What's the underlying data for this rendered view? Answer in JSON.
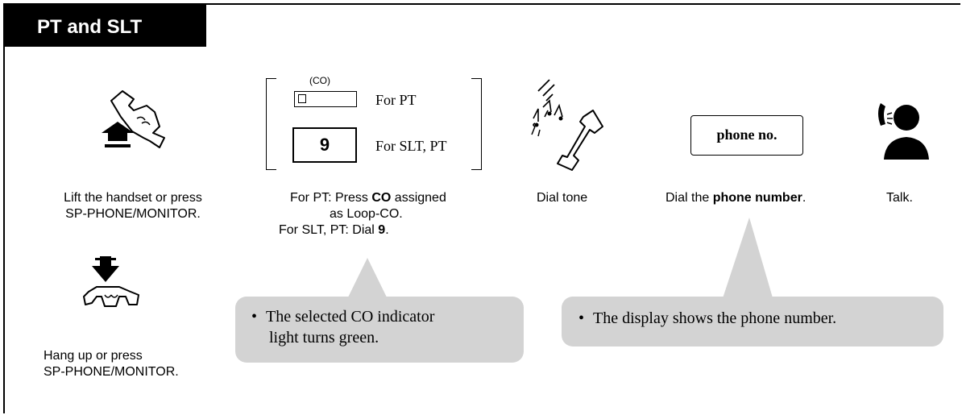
{
  "header": {
    "title": "PT and SLT"
  },
  "step1": {
    "caption_line1": "Lift the handset or press",
    "caption_line2": "SP-PHONE/MONITOR."
  },
  "step2": {
    "co_label": "(CO)",
    "for_pt": "For PT",
    "nine": "9",
    "for_slt_pt": "For SLT, PT",
    "caption_line1_pre": "For PT: Press ",
    "caption_line1_bold": "CO",
    "caption_line1_post": " assigned",
    "caption_line2": "as Loop-CO.",
    "caption_line3_pre": "For SLT, PT: Dial ",
    "caption_line3_bold": "9",
    "caption_line3_post": "."
  },
  "step3": {
    "caption": "Dial tone"
  },
  "step4": {
    "box_label": "phone no.",
    "caption_pre": "Dial the ",
    "caption_bold": "phone number",
    "caption_post": "."
  },
  "step5": {
    "caption": "Talk."
  },
  "hangup": {
    "caption_line1": "Hang up or press",
    "caption_line2": "SP-PHONE/MONITOR."
  },
  "notes": {
    "left_bullet": "•",
    "left_line1": "The selected CO indicator",
    "left_line2": "light turns green.",
    "right_bullet": "•",
    "right_line1": "The display shows the phone number."
  },
  "colors": {
    "bubble": "#d3d3d3",
    "header_bg": "#000000",
    "header_text": "#ffffff"
  }
}
